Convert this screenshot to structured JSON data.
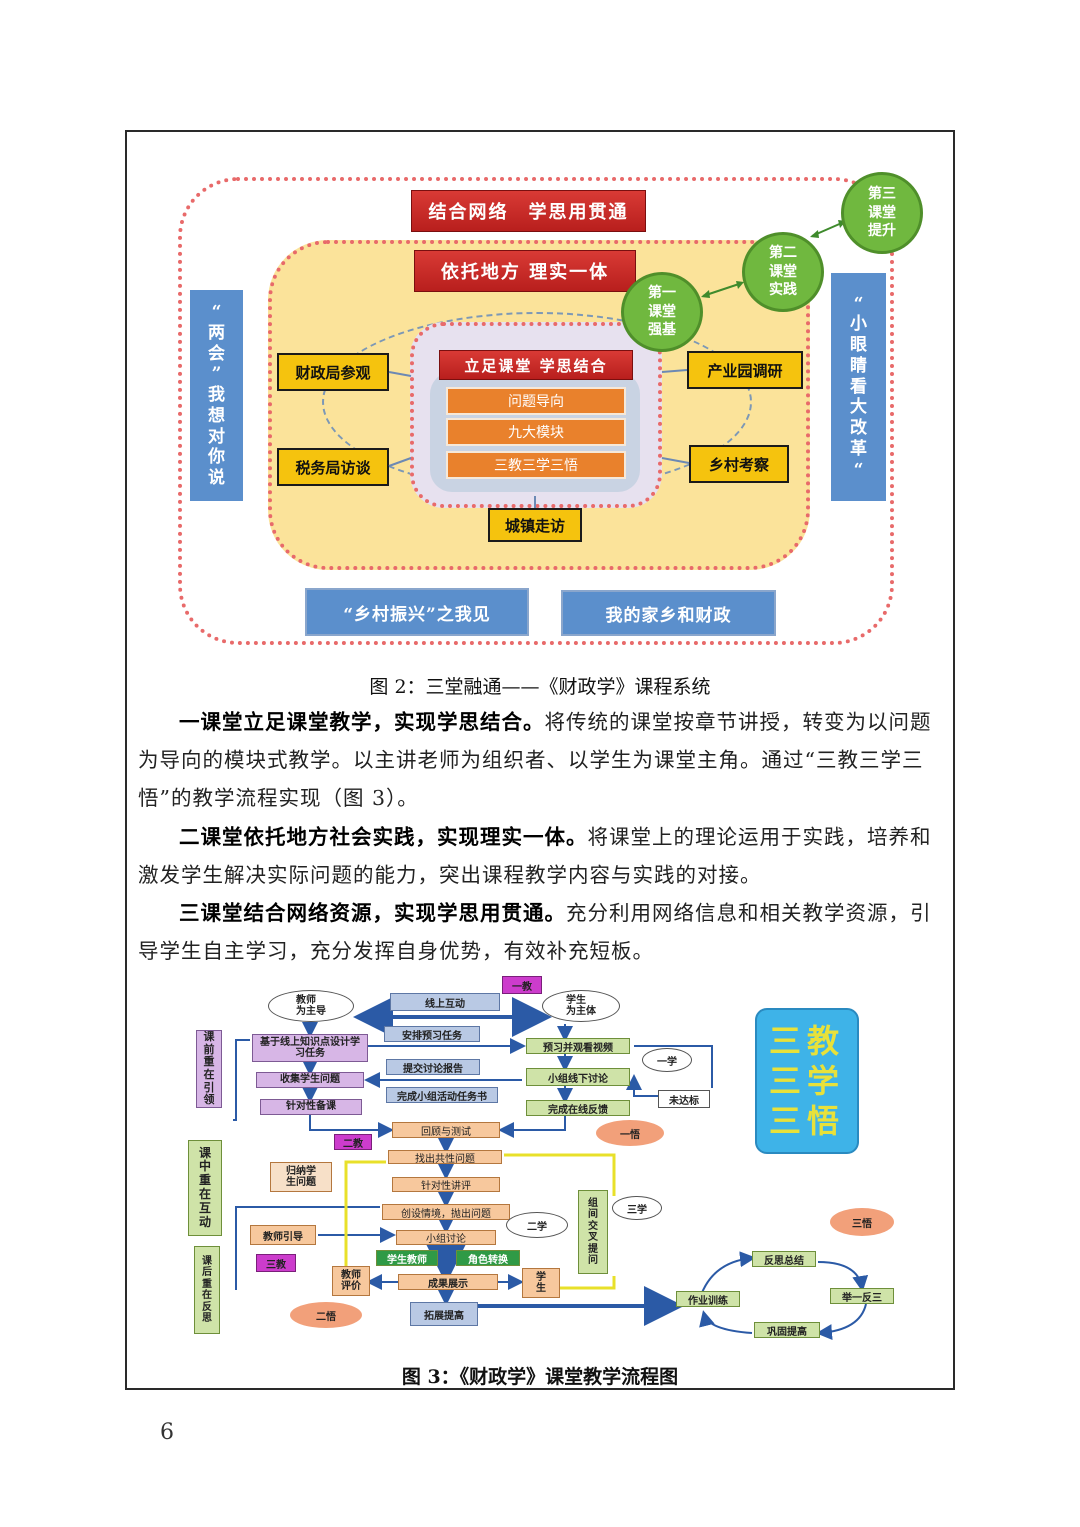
{
  "figure2": {
    "banner_top": "结合网络　学思用贯通",
    "banner_mid": "依托地方 理实一体",
    "banner_inner": "立足课堂 学思结合",
    "inner_items": [
      "问题导向",
      "九大模块",
      "三教三学三悟"
    ],
    "left_boxes": [
      "财政局参观",
      "税务局访谈"
    ],
    "right_boxes": [
      "产业园调研",
      "乡村考察"
    ],
    "bottom_box": "城镇走访",
    "left_side": [
      "“",
      "两",
      "会",
      "”",
      "我",
      "想",
      "对",
      "你",
      "说"
    ],
    "right_side": [
      "“",
      "小",
      "眼",
      "睛",
      "看",
      "大",
      "改",
      "革",
      "“"
    ],
    "bottom_left": "“乡村振兴”之我见",
    "bottom_right": "我的家乡和财政",
    "circles": {
      "first": "第一\n课堂\n强基",
      "second": "第二\n课堂\n实践",
      "third": "第三\n课堂\n提升"
    },
    "caption": "图 2：三堂融通——《财政学》课程系统",
    "colors": {
      "red": "#c8282a",
      "yellow": "#f5c30e",
      "blue": "#5b8fcc",
      "green": "#70b83f",
      "orange": "#e9812c"
    }
  },
  "body": {
    "p1_bold": "一课堂立足课堂教学，实现学思结合。",
    "p1_text": "将传统的课堂按章节讲授，转变为以问题为导向的模块式教学。以主讲老师为组织者、以学生为课堂主角。通过“三教三学三悟”的教学流程实现（图 3）。",
    "p2_bold": "二课堂依托地方社会实践，实现理实一体。",
    "p2_text": "将课堂上的理论运用于实践，培养和激发学生解决实际问题的能力，突出课程教学内容与实践的对接。",
    "p3_bold": "三课堂结合网络资源，实现学思用贯通。",
    "p3_text": "充分利用网络信息和相关教学资源，引导学生自主学习，充分发挥自身优势，有效补充短板。"
  },
  "figure3": {
    "teacher_lead": "教师\n为主导",
    "student_main": "学生\n为主体",
    "online_interact": "线上互动",
    "yi_jiao": "一教",
    "phase_pre": [
      "课",
      "前",
      "重",
      "在",
      "引",
      "领"
    ],
    "phase_mid": [
      "课",
      "中",
      "重",
      "在",
      "互",
      "动"
    ],
    "phase_post": [
      "课",
      "后",
      "重",
      "在",
      "反",
      "思"
    ],
    "left_steps": [
      "基于线上知识点设计学习任务",
      "收集学生问题",
      "针对性备课"
    ],
    "mid_tasks": [
      "安排预习任务",
      "提交讨论报告",
      "完成小组活动任务书"
    ],
    "right_steps": [
      "预习并观看视频",
      "小组线下讨论",
      "完成在线反馈"
    ],
    "yi_xue": "一学",
    "wei_da_biao": "未达标",
    "yi_wu": "一悟",
    "er_jiao": "二教",
    "san_jiao": "三教",
    "er_xue": "二学",
    "san_xue": "三学",
    "er_wu": "二悟",
    "san_wu": "三悟",
    "center_flow": [
      "回顾与测试",
      "找出共性问题",
      "针对性讲评",
      "创设情境，抛出问题",
      "小组讨论"
    ],
    "summarize": "归纳学\n生问题",
    "teacher_guide": "教师引导",
    "student_teacher": "学生教师",
    "role_switch": "角色转换",
    "teacher_eval": "教师\n评价",
    "result_show": "成果展示",
    "student": "学\n生",
    "cross_ask": [
      "组",
      "间",
      "交",
      "叉",
      "提",
      "问"
    ],
    "expand": "拓展提高",
    "cycle": [
      "反思总结",
      "举一反三",
      "巩固提高",
      "作业训练"
    ],
    "big_label": [
      "三教",
      "三学",
      "三悟"
    ],
    "caption": "图 3：《财政学》课堂教学流程图"
  },
  "page_number": "6"
}
